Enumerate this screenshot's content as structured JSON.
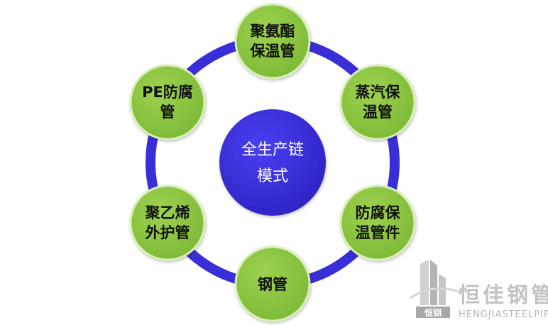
{
  "center": {
    "lines": [
      "全生产链",
      "模式"
    ]
  },
  "nodes": [
    {
      "id": "pu-insulation-pipe",
      "lines": [
        "聚氨酯",
        "保温管"
      ]
    },
    {
      "id": "steam-insulation-pipe",
      "lines": [
        "蒸汽保",
        "温管"
      ]
    },
    {
      "id": "anticorrosion-insulation-fittings",
      "lines": [
        "防腐保",
        "温管件"
      ]
    },
    {
      "id": "steel-pipe",
      "lines": [
        "钢管"
      ]
    },
    {
      "id": "pe-outer-jacket-pipe",
      "lines": [
        "聚乙烯",
        "外护管"
      ]
    },
    {
      "id": "pe-anticorrosion-pipe",
      "lines": [
        "PE防腐",
        "管"
      ]
    }
  ],
  "logo": {
    "chinese": "恒佳钢管",
    "english": "HENGJIASTEELPIPE",
    "badge": "恒钢"
  },
  "colors": {
    "ring": "#3a2fd6",
    "node_fill": "#8cc63f",
    "node_stroke": "#d8efb7",
    "center_fill": "#3a2fd6"
  }
}
